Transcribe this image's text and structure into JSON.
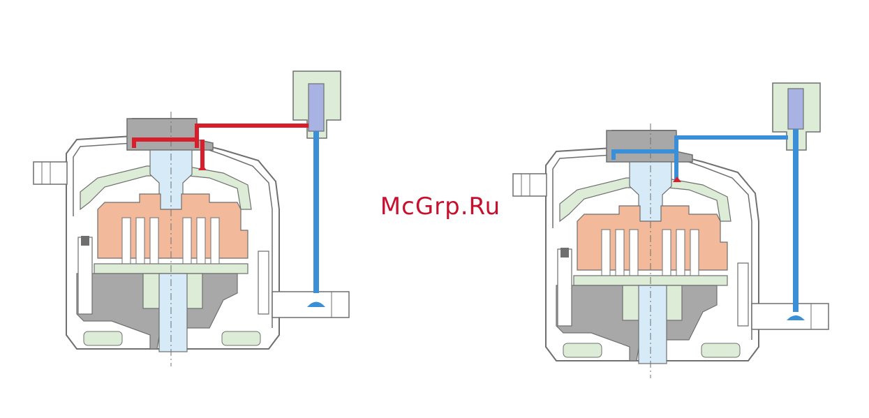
{
  "watermark": {
    "text": "McGrp.Ru"
  },
  "colors": {
    "outline": "#6f6f6f",
    "housing_gray": "#a8a8a8",
    "light_green": "#dcecd6",
    "light_blue": "#d6ebf7",
    "salmon": "#f2b99b",
    "cylinder_blue": "#a9b3e3",
    "red_line": "#d81e2a",
    "blue_line": "#3a8fd6"
  },
  "diagrams": [
    {
      "id": "left",
      "state": "pressurized",
      "line_color_key": "red_line"
    },
    {
      "id": "right",
      "state": "released",
      "line_color_key": "blue_line"
    }
  ]
}
